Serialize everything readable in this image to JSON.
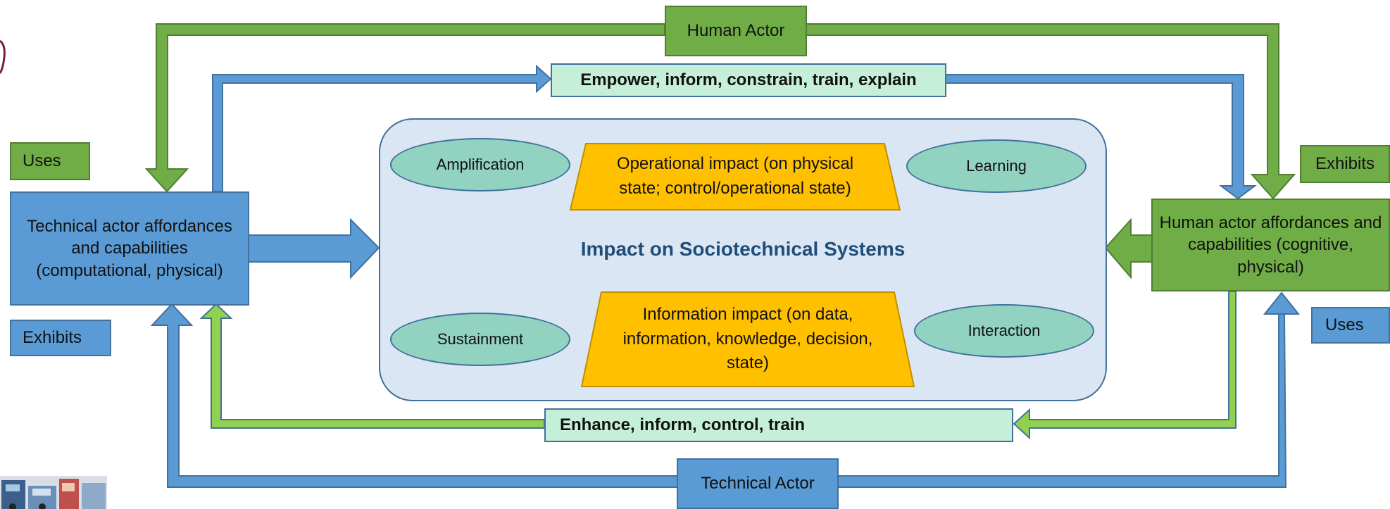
{
  "nodes": {
    "human_actor": "Human Actor",
    "technical_actor": "Technical Actor",
    "technical_affordances": "Technical actor affordances and capabilities (computational, physical)",
    "human_affordances": "Human actor affordances and capabilities (cognitive, physical)",
    "uses_left": "Uses",
    "exhibits_left": "Exhibits",
    "exhibits_right": "Exhibits",
    "uses_right": "Uses",
    "top_flow": "Empower, inform, constrain, train, explain",
    "bottom_flow": "Enhance, inform, control, train"
  },
  "central": {
    "title": "Impact on Sociotechnical Systems",
    "ovals": {
      "amplification": "Amplification",
      "learning": "Learning",
      "sustainment": "Sustainment",
      "interaction": "Interaction"
    },
    "operational_impact": "Operational impact (on physical state; control/operational state)",
    "information_impact": "Information impact (on data, information, knowledge, decision, state)"
  },
  "colors": {
    "green": "#70ad47",
    "blue": "#5b9bd5",
    "light_green": "#92d050",
    "pale_box": "#c6efd9",
    "central_fill": "#dae6f4",
    "oval_fill": "#92d2c0",
    "trapezoid_fill": "#ffc000",
    "title_color": "#1f4e79"
  }
}
